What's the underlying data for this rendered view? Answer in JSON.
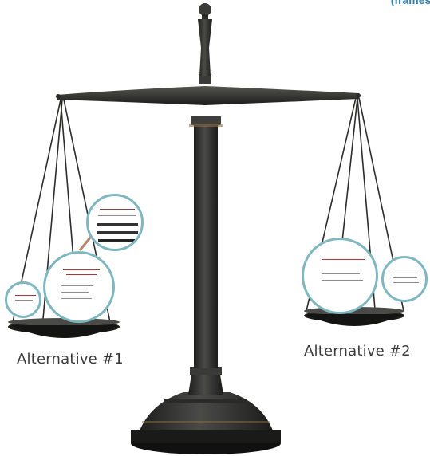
{
  "page": {
    "corner_text": "(frames)"
  },
  "scale": {
    "left_pan": {
      "label": "Alternative #1"
    },
    "right_pan": {
      "label": "Alternative #2"
    }
  },
  "colors": {
    "scale_metal": "#2e2f2c",
    "circle_border": "#7fb7c0",
    "arrow": "#b9846a",
    "label_text": "#3a3a3a"
  }
}
